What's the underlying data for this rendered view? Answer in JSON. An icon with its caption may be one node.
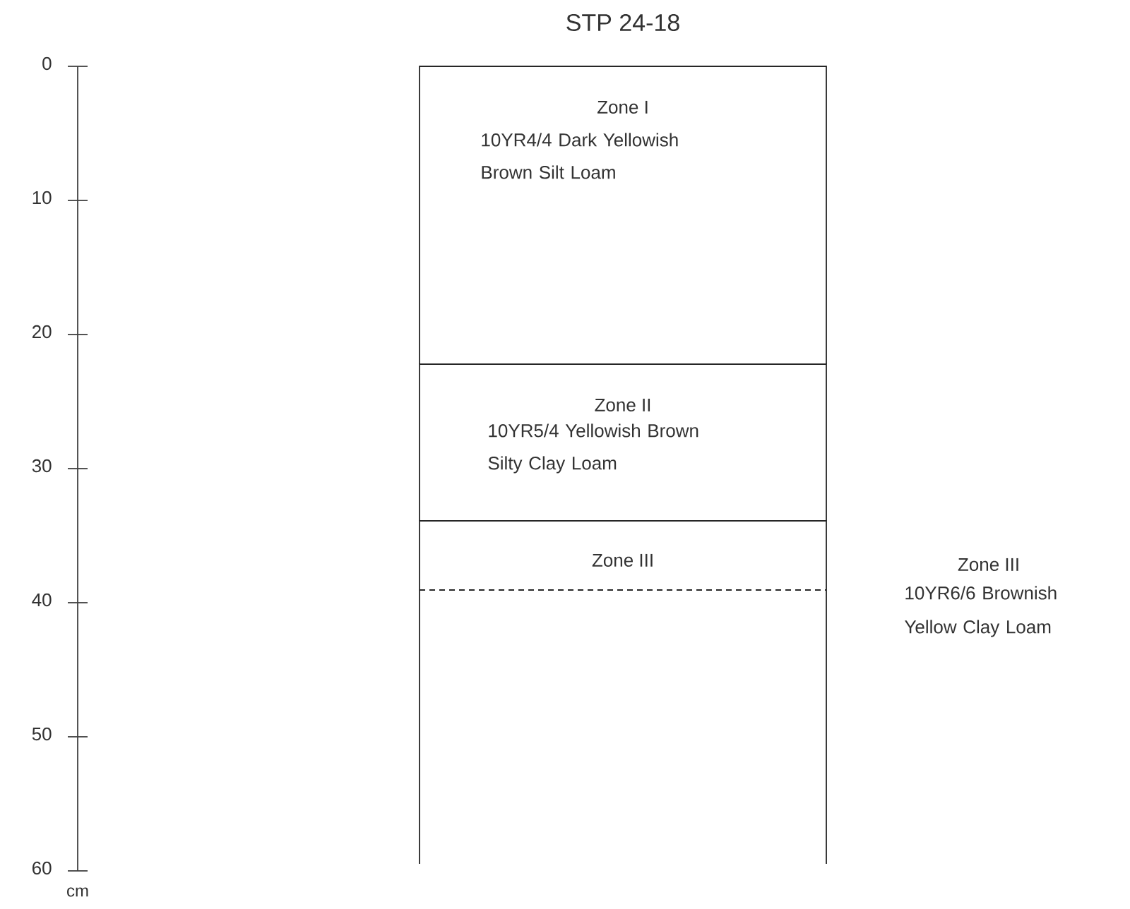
{
  "diagram": {
    "title": "STP 24-18",
    "nodes": [
      {
        "text": [
          "Zone I",
          "10YR4/4 Dark Yellowish Brown Silt Loam"
        ]
      },
      {
        "text": [
          "Zone II",
          "10YR5/4 Yellowish Brown Silty Clay Loam"
        ]
      },
      {
        "text": [
          "Zone III"
        ],
        "beside": [
          "Zone III",
          "10YR6/6 Brownish Yellow Clay Loam"
        ]
      }
    ],
    "labels": [
      "0",
      "10",
      "20",
      "30",
      "40",
      "50",
      "60",
      "cm"
    ]
  }
}
